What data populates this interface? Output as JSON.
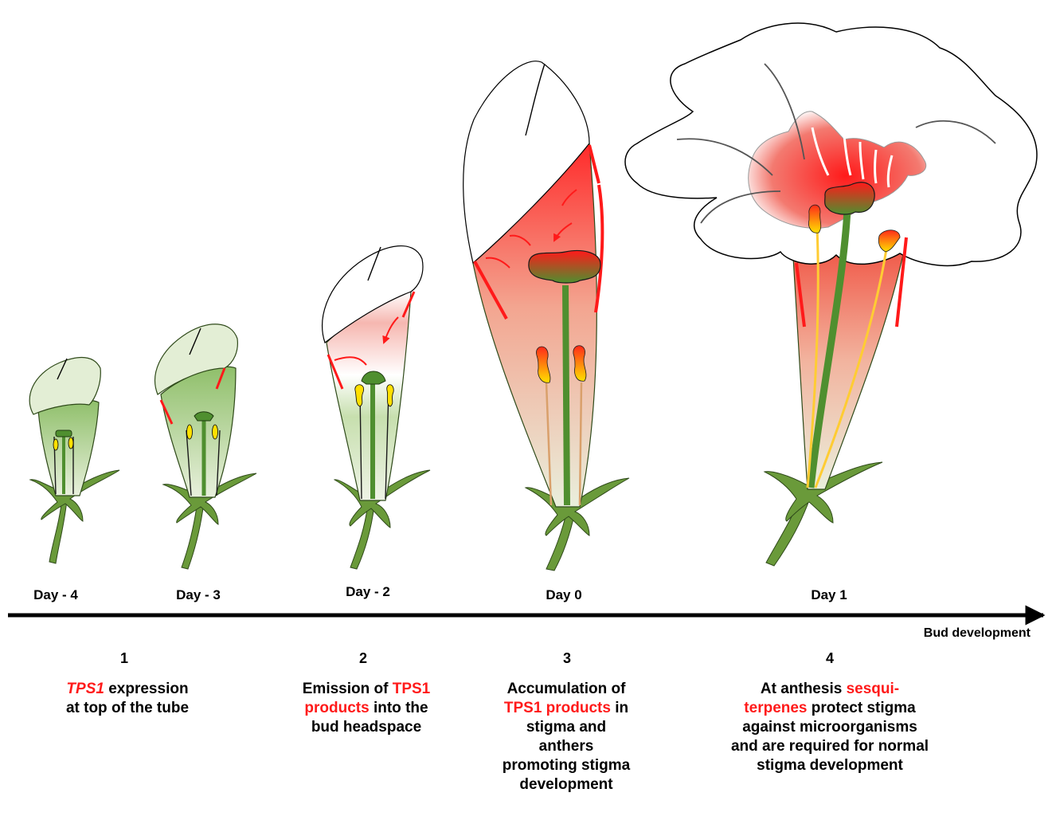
{
  "timeline": {
    "axis_label": "Bud development",
    "days": [
      "Day - 4",
      "Day - 3",
      "Day - 2",
      "Day 0",
      "Day 1"
    ]
  },
  "stages": [
    {
      "number": "1",
      "lines": [
        [
          {
            "t": "TPS1",
            "style": "red-italic"
          },
          {
            "t": " expression",
            "style": ""
          }
        ],
        [
          {
            "t": "at top of the tube",
            "style": ""
          }
        ]
      ]
    },
    {
      "number": "2",
      "lines": [
        [
          {
            "t": "Emission of ",
            "style": ""
          },
          {
            "t": "TPS1",
            "style": "red"
          }
        ],
        [
          {
            "t": "products",
            "style": "red"
          },
          {
            "t": " into the",
            "style": ""
          }
        ],
        [
          {
            "t": "bud headspace",
            "style": ""
          }
        ]
      ]
    },
    {
      "number": "3",
      "lines": [
        [
          {
            "t": "Accumulation of",
            "style": ""
          }
        ],
        [
          {
            "t": "TPS1 products",
            "style": "red"
          },
          {
            "t": " in",
            "style": ""
          }
        ],
        [
          {
            "t": "stigma and",
            "style": ""
          }
        ],
        [
          {
            "t": "anthers",
            "style": ""
          }
        ],
        [
          {
            "t": "promoting stigma",
            "style": ""
          }
        ],
        [
          {
            "t": "development",
            "style": ""
          }
        ]
      ]
    },
    {
      "number": "4",
      "lines": [
        [
          {
            "t": "At anthesis ",
            "style": ""
          },
          {
            "t": "sesqui-",
            "style": "red"
          }
        ],
        [
          {
            "t": "terpenes",
            "style": "red"
          },
          {
            "t": " protect stigma",
            "style": ""
          }
        ],
        [
          {
            "t": "against microorganisms",
            "style": ""
          }
        ],
        [
          {
            "t": "and are required for normal",
            "style": ""
          }
        ],
        [
          {
            "t": "stigma development",
            "style": ""
          }
        ]
      ]
    }
  ],
  "colors": {
    "red": "#ff1a1a",
    "green": "#6a9a3a",
    "light_green": "#cfe3b8",
    "yellow": "#ffe000",
    "orange": "#ff8a00"
  }
}
